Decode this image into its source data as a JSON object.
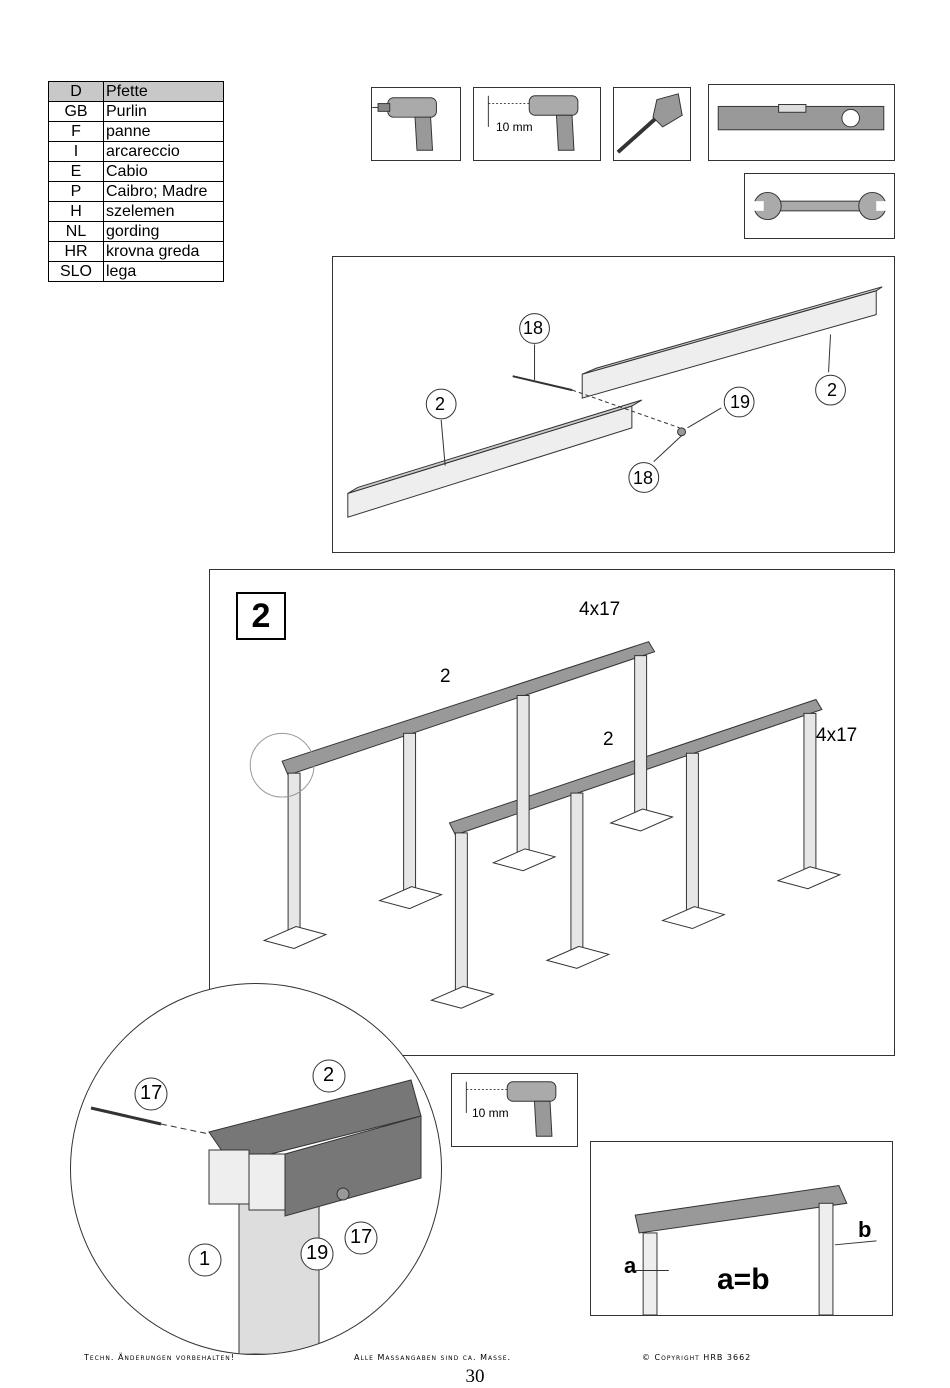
{
  "glossary": {
    "rows": [
      {
        "code": "D",
        "term": "Pfette"
      },
      {
        "code": "GB",
        "term": "Purlin"
      },
      {
        "code": "F",
        "term": "panne"
      },
      {
        "code": "I",
        "term": "arcareccio"
      },
      {
        "code": "E",
        "term": "Cabio"
      },
      {
        "code": "P",
        "term": "Caibro; Madre"
      },
      {
        "code": "H",
        "term": "szelemen"
      },
      {
        "code": "NL",
        "term": "gording"
      },
      {
        "code": "HR",
        "term": "krovna greda"
      },
      {
        "code": "SLO",
        "term": "lega"
      }
    ]
  },
  "tools": {
    "drill_size": "10 mm",
    "drill_size_detail": "10 mm"
  },
  "assembly": {
    "callouts": {
      "bolt": "18",
      "nut": "18",
      "washer": "19",
      "purlin_left": "2",
      "purlin_right": "2"
    }
  },
  "step2": {
    "number": "2",
    "qty_top": "4x",
    "qty_top_part": "17",
    "qty_right": "4x",
    "qty_right_part": "17",
    "purlin_a": "2",
    "purlin_b": "2"
  },
  "detail": {
    "bolt": "17",
    "nut": "17",
    "washer": "19",
    "post": "1",
    "purlin": "2"
  },
  "alignment": {
    "a": "a",
    "b": "b",
    "rule": "a=b"
  },
  "footer": {
    "left": "Techn. Änderungen vorbehalten!",
    "center": "Alle Massangaben sind ca. Masse.",
    "right": "© Copyright HRB 3662",
    "page": "30"
  }
}
